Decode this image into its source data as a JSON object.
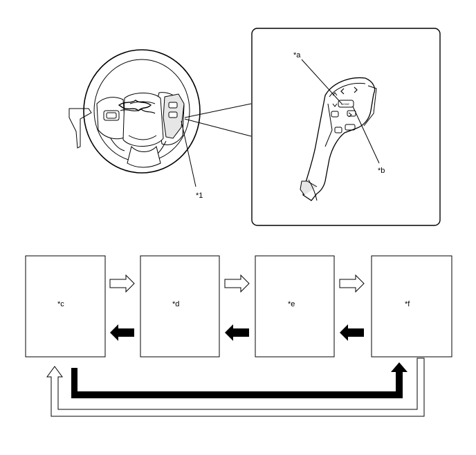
{
  "callouts": {
    "part_1": "*1",
    "a": "*a",
    "b": "*b",
    "c": "*c",
    "d": "*d",
    "e": "*e",
    "f": "*f"
  },
  "switch_labels": {
    "mode": "MODE"
  },
  "colors": {
    "line": "#000000",
    "background": "#ffffff",
    "shade": "#e6e6e6"
  }
}
